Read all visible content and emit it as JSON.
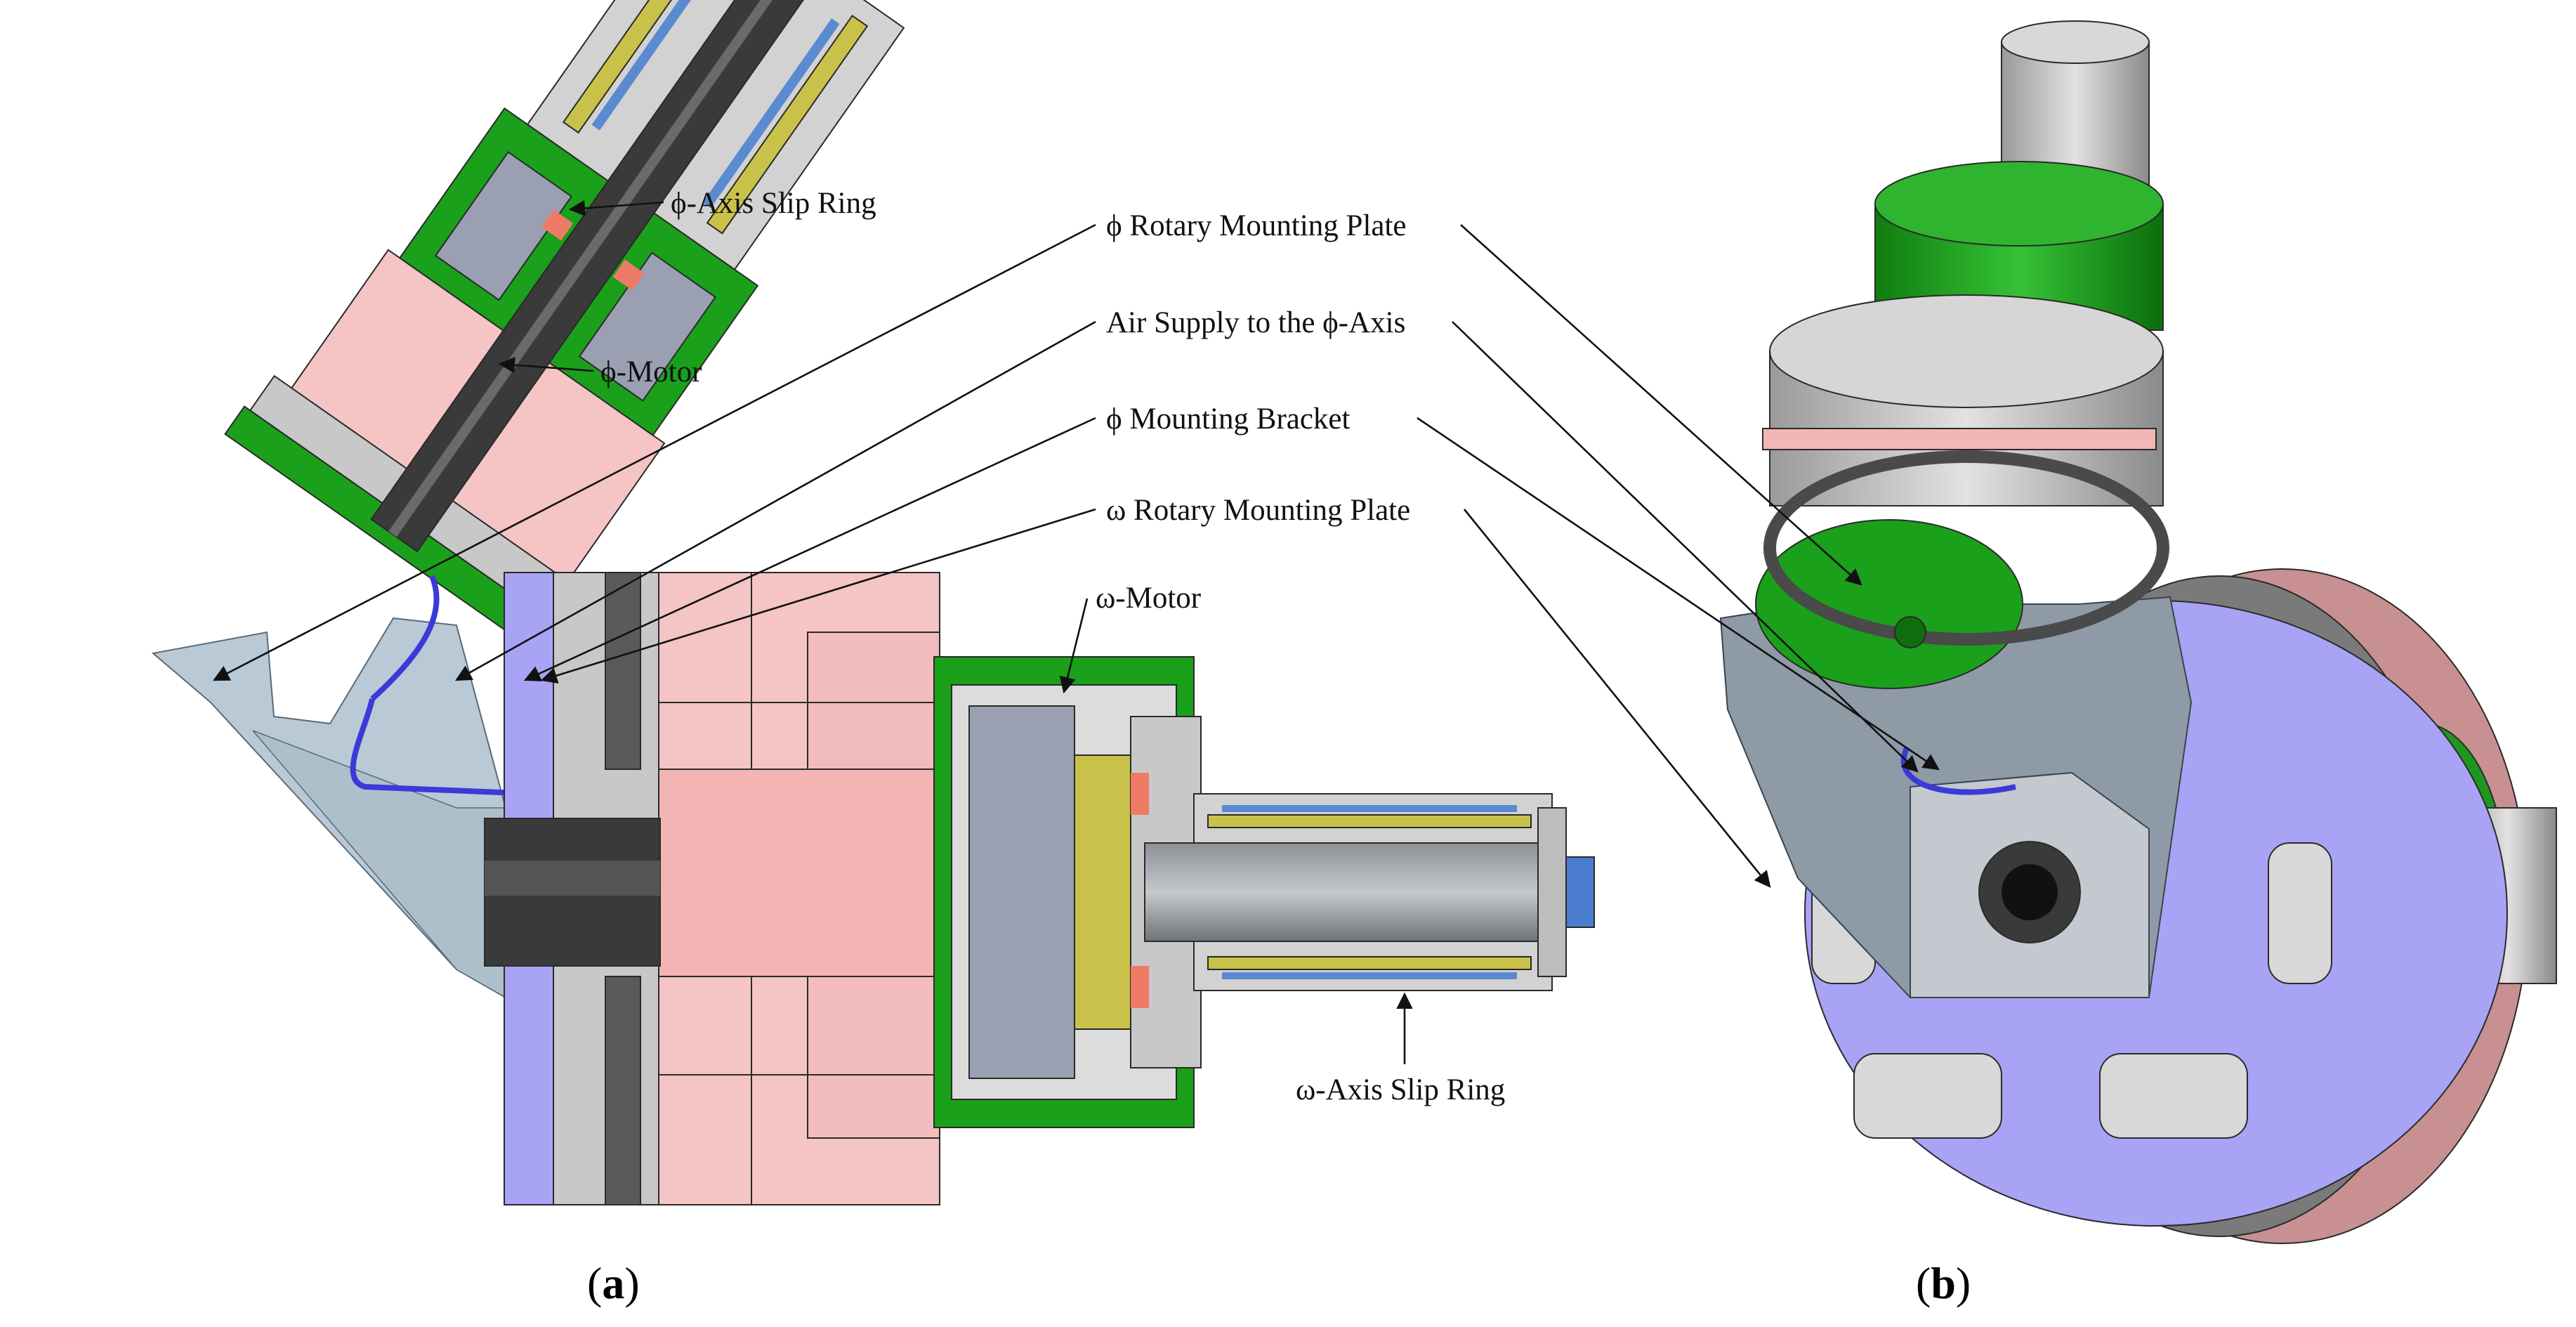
{
  "labels": {
    "phi_slip_ring": "ϕ-Axis Slip Ring",
    "phi_motor": "ϕ-Motor",
    "phi_rotary_plate": "ϕ Rotary Mounting Plate",
    "air_supply": "Air Supply to the ϕ-Axis",
    "phi_bracket": "ϕ Mounting Bracket",
    "omega_rotary_plate": "ω Rotary Mounting Plate",
    "omega_motor": "ω-Motor",
    "omega_slip_ring": "ω-Axis Slip Ring"
  },
  "captions": {
    "a": {
      "open": "(",
      "letter": "a",
      "close": ")"
    },
    "b": {
      "open": "(",
      "letter": "b",
      "close": ")"
    }
  },
  "colors": {
    "motor_green": "#1aa01a",
    "bearing_pink": "#f5c4c4",
    "plate_blue": "#a9a3f5",
    "bracket_gray": "#aab8c4",
    "shaft_dark": "#3a3a3a",
    "housing_gray": "#c8c8c8",
    "slip_yellow": "#c9c24a",
    "air_line": "#3a3ad8",
    "disk_rim": "#c89090"
  }
}
